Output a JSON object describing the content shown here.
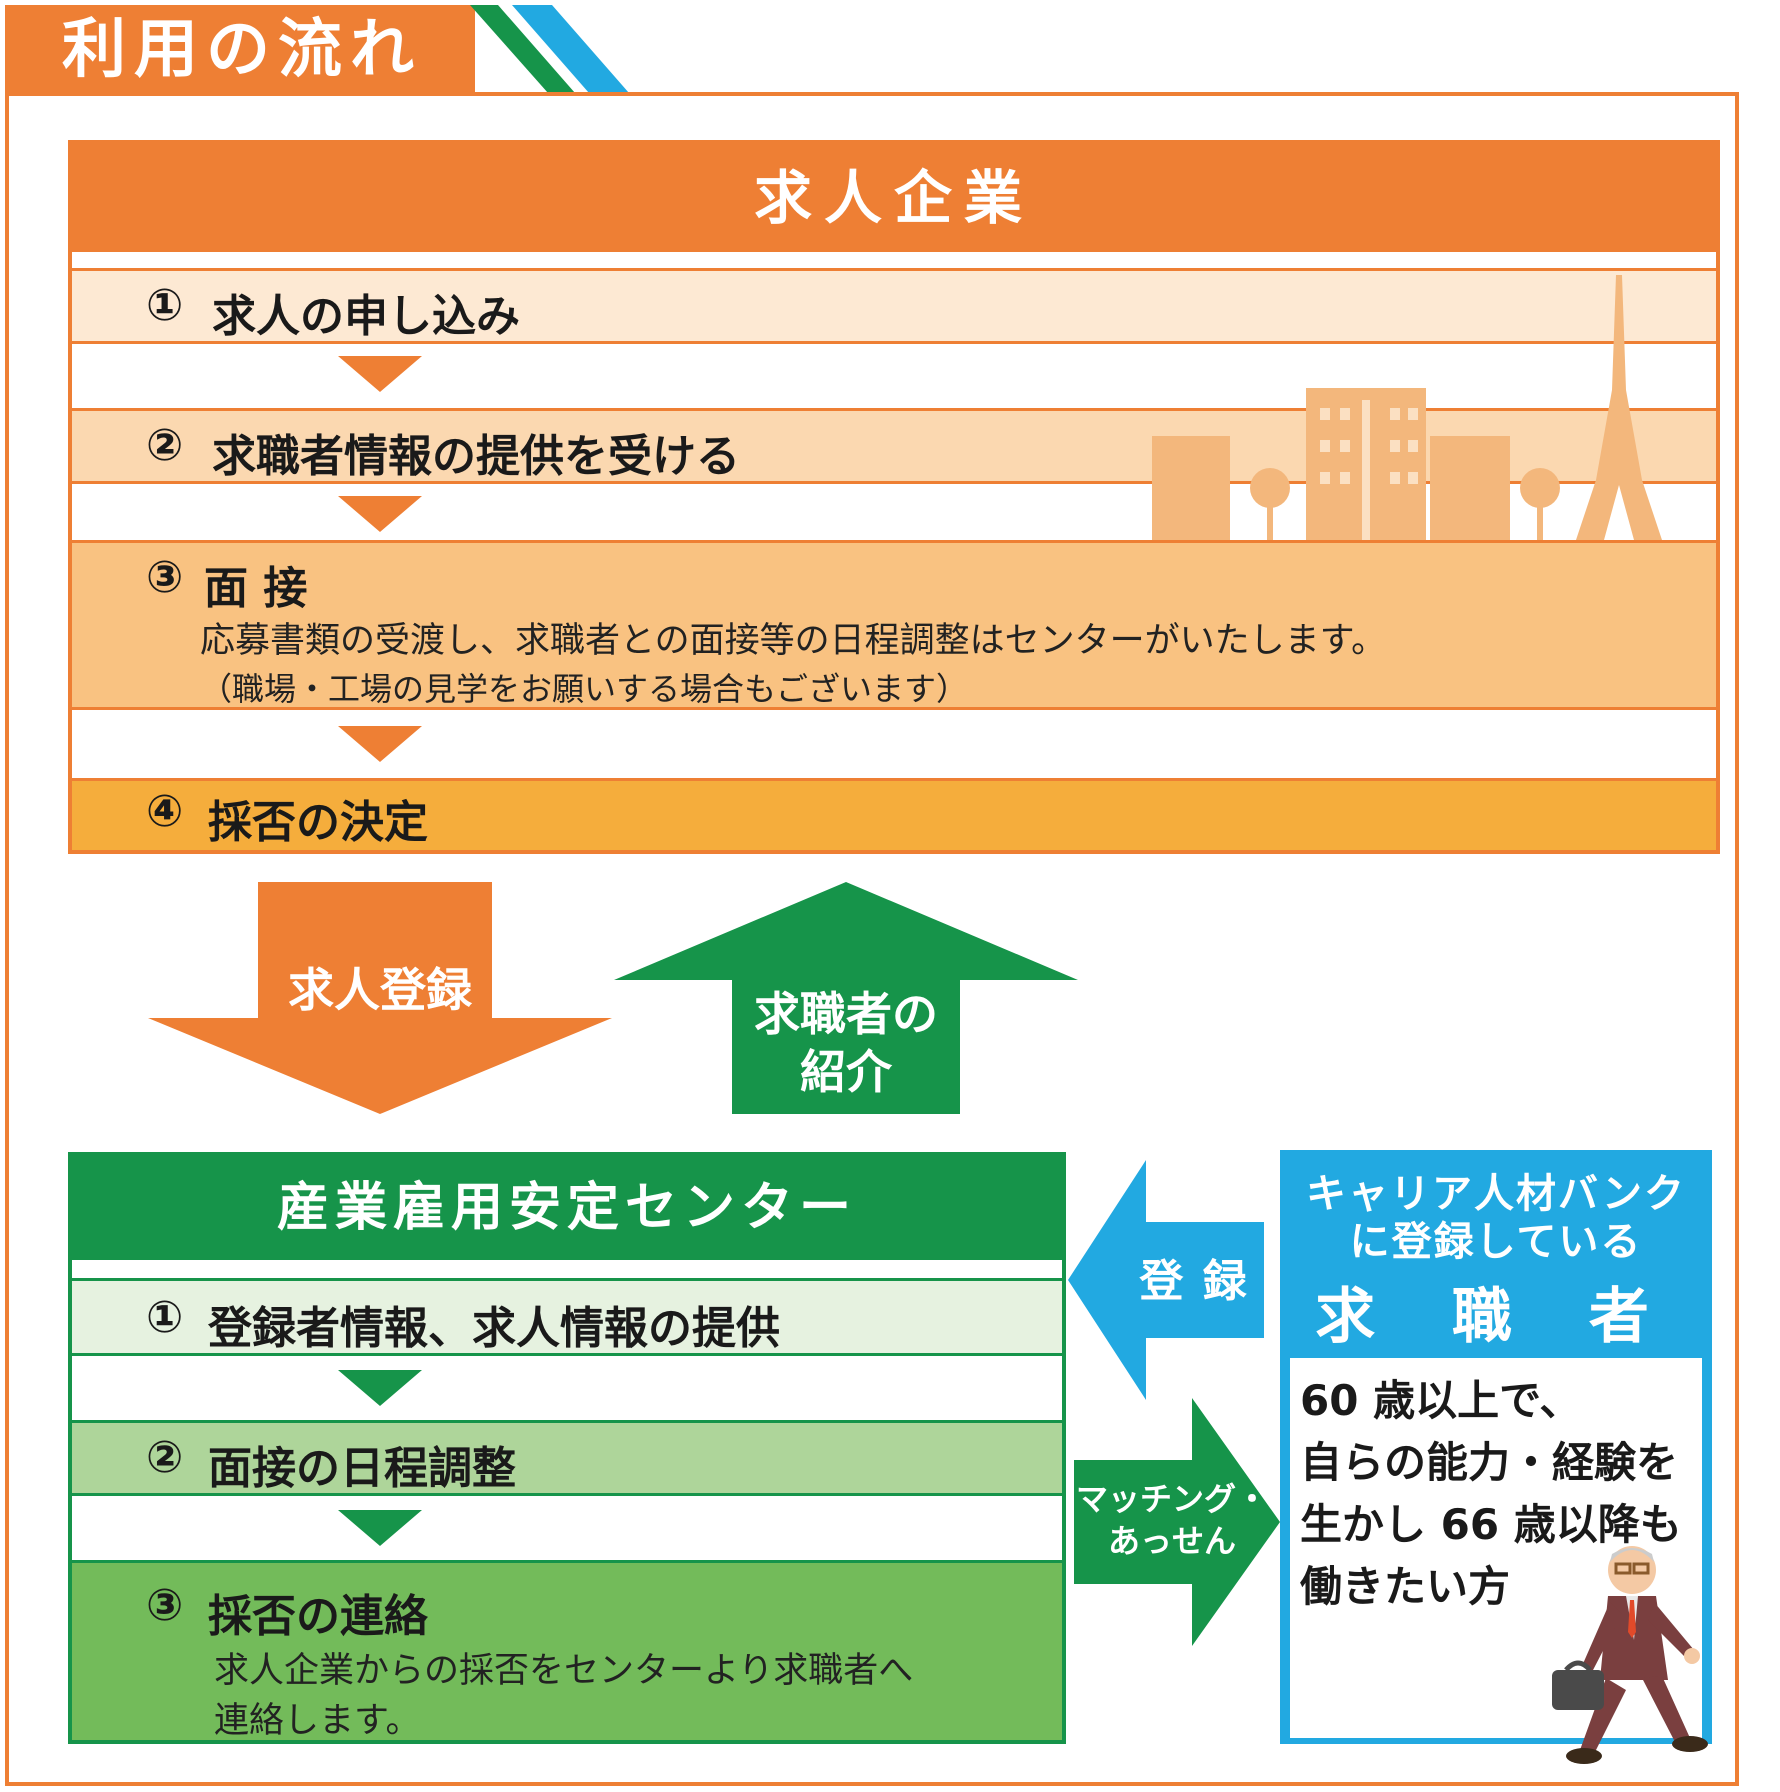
{
  "header": {
    "title": "利用の流れ"
  },
  "company": {
    "title": "求人企業",
    "steps": [
      {
        "num": "①",
        "label": "求人の申し込み"
      },
      {
        "num": "②",
        "label": "求職者情報の提供を受ける"
      },
      {
        "num": "③",
        "label": "面 接",
        "desc1": "応募書類の受渡し、求職者との面接等の日程調整はセンターがいたします。",
        "desc2": "（職場・工場の見学をお願いする場合もございます）"
      },
      {
        "num": "④",
        "label": "採否の決定"
      }
    ]
  },
  "arrows": {
    "job_registration": "求人登録",
    "seeker_intro_line1": "求職者の",
    "seeker_intro_line2": "紹介",
    "register": "登 録",
    "matching_line1": "マッチング・",
    "matching_line2": "あっせん"
  },
  "center": {
    "title": "産業雇用安定センター",
    "steps": [
      {
        "num": "①",
        "label": "登録者情報、求人情報の提供"
      },
      {
        "num": "②",
        "label": "面接の日程調整"
      },
      {
        "num": "③",
        "label": "採否の連絡",
        "desc1": "求人企業からの採否をセンターより求職者へ",
        "desc2": "連絡します。"
      }
    ]
  },
  "seeker": {
    "line1": "キャリア人材バンク",
    "line2": "に登録している",
    "title": "求 職 者",
    "desc": [
      "60 歳以上で、",
      "自らの能力・経験を",
      "生かし 66 歳以降も",
      "働きたい方"
    ]
  },
  "colors": {
    "orange": "#ee7f34",
    "green": "#16944a",
    "blue": "#22a9e1"
  }
}
